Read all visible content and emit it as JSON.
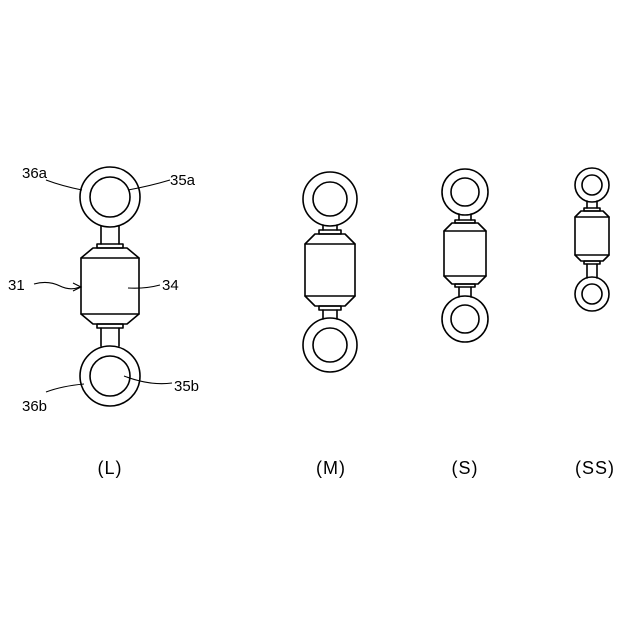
{
  "figure": {
    "swivels": [
      {
        "id": "L",
        "caption": "(L)",
        "callouts": {
          "ring_top_outer": "36a",
          "ring_top_inner": "35a",
          "barrel_ref": "31",
          "barrel_body": "34",
          "ring_bottom_outer": "36b",
          "ring_bottom_inner": "35b"
        }
      },
      {
        "id": "M",
        "caption": "(M)"
      },
      {
        "id": "S",
        "caption": "(S)"
      },
      {
        "id": "SS",
        "caption": "(SS)"
      }
    ]
  }
}
